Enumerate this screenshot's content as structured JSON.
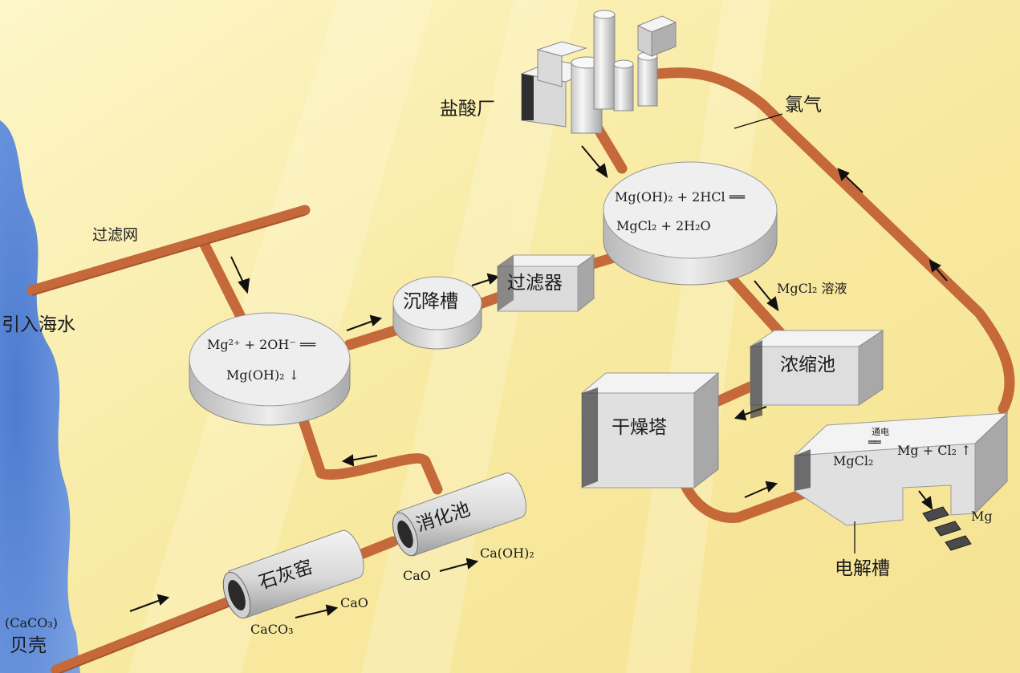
{
  "labels": {
    "intake": "引入海水",
    "filter_net": "过滤网",
    "shells": "贝壳",
    "shells_formula": "(CaCO₃)",
    "lime_kiln": "石灰窑",
    "kiln_reaction_from": "CaCO₃",
    "kiln_reaction_to": "CaO",
    "digestion_pool": "消化池",
    "digest_reaction_from": "CaO",
    "digest_reaction_to": "Ca(OH)₂",
    "settling_tank": "沉降槽",
    "filter": "过滤器",
    "hcl_plant": "盐酸厂",
    "chlorine": "氯气",
    "mgcl2_solution": "MgCl₂ 溶液",
    "concentration_pool": "浓缩池",
    "drying_tower": "干燥塔",
    "electrolytic_cell": "电解槽",
    "mg_product": "Mg"
  },
  "equations": {
    "precipitation_line1": "Mg²⁺ + 2OH⁻ ══",
    "precipitation_line2": "Mg(OH)₂ ↓",
    "neutralization_line1": "Mg(OH)₂ + 2HCl ══",
    "neutralization_line2": "MgCl₂ + 2H₂O",
    "electrolysis_left": "MgCl₂",
    "electrolysis_condition": "通电",
    "electrolysis_right": "Mg + Cl₂ ↑"
  },
  "colors": {
    "background": "#fbf1b2",
    "sea": "#5b86d6",
    "pipe": "#c5683a",
    "equipment": "#e4e4e4"
  }
}
